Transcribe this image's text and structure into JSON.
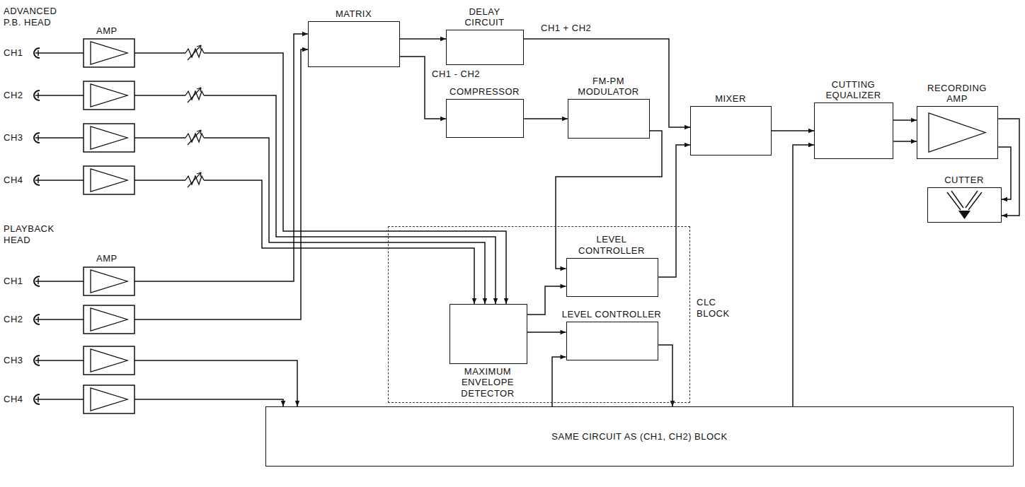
{
  "diagram": {
    "nodes": [
      {
        "text": [
          "MATRIX"
        ]
      },
      {
        "text": [
          "DELAY CIRCUIT"
        ]
      },
      {
        "text": [
          "COMPRESSOR"
        ]
      },
      {
        "text": [
          "FM-PM MODULATOR"
        ]
      },
      {
        "text": [
          "MIXER"
        ]
      },
      {
        "text": [
          "CUTTING EQUALIZER"
        ]
      },
      {
        "text": [
          "RECORDING AMP"
        ]
      },
      {
        "text": [
          "CUTTER"
        ]
      },
      {
        "text": [
          "CLC BLOCK"
        ]
      },
      {
        "text": [
          "LEVEL CONTROLLER"
        ],
        "in": 8
      },
      {
        "text": [
          "MAXIMUM ENVELOPE DETECTOR"
        ],
        "in": 8
      },
      {
        "text": [
          "LEVEL CONTROLLER"
        ],
        "in": 8
      },
      {
        "text": [
          "SAME CIRCUIT AS (CH1, CH2) BLOCK"
        ]
      }
    ],
    "edges": [
      {
        "from": 0,
        "to": 1,
        "arrow": "to"
      },
      {
        "from": 0,
        "to": 2,
        "label": "CH1 - CH2",
        "arrow": "to"
      },
      {
        "from": 1,
        "to": 4,
        "label": "CH1 + CH2",
        "arrow": "to"
      },
      {
        "from": 2,
        "to": 3,
        "arrow": "to"
      },
      {
        "from": 3,
        "to": 9,
        "arrow": "to"
      },
      {
        "from": 10,
        "to": 9,
        "arrow": "to"
      },
      {
        "from": 10,
        "to": 11,
        "arrow": "to"
      },
      {
        "from": 12,
        "to": 11,
        "arrow": "to"
      },
      {
        "from": 9,
        "to": 4,
        "arrow": "to"
      },
      {
        "from": 11,
        "to": 12,
        "arrow": "to"
      },
      {
        "from": 4,
        "to": 5,
        "arrow": "to"
      },
      {
        "from": 12,
        "to": 5,
        "arrow": "to"
      },
      {
        "from": 5,
        "to": 6,
        "arrow": "to"
      },
      {
        "from": 5,
        "to": 6,
        "arrow": "to"
      },
      {
        "from": 6,
        "to": 7,
        "arrow": "to"
      },
      {
        "from": 6,
        "to": 7,
        "arrow": "to"
      }
    ],
    "labels": [
      "ADVANCED P.B. HEAD",
      "AMP",
      "CH1",
      "CH2",
      "CH3",
      "CH4",
      "PLAYBACK HEAD",
      "AMP",
      "CH1",
      "CH2",
      "CH3",
      "CH4"
    ]
  }
}
